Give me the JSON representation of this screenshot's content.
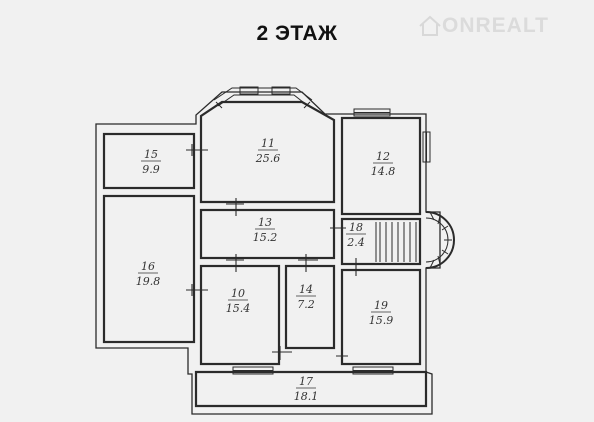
{
  "title": "2 ЭТАЖ",
  "watermark": "ONREALT",
  "colors": {
    "background": "#f1f1f1",
    "wall": "#2b2b2b",
    "line": "#333333"
  },
  "rooms": [
    {
      "num": "11",
      "area": "25.6"
    },
    {
      "num": "12",
      "area": "14.8"
    },
    {
      "num": "13",
      "area": "15.2"
    },
    {
      "num": "14",
      "area": "7.2"
    },
    {
      "num": "15",
      "area": "9.9"
    },
    {
      "num": "16",
      "area": "19.8"
    },
    {
      "num": "17",
      "area": "18.1"
    },
    {
      "num": "18",
      "area": "2.4"
    },
    {
      "num": "19",
      "area": "15.9"
    },
    {
      "num": "10",
      "area": "15.4"
    }
  ]
}
